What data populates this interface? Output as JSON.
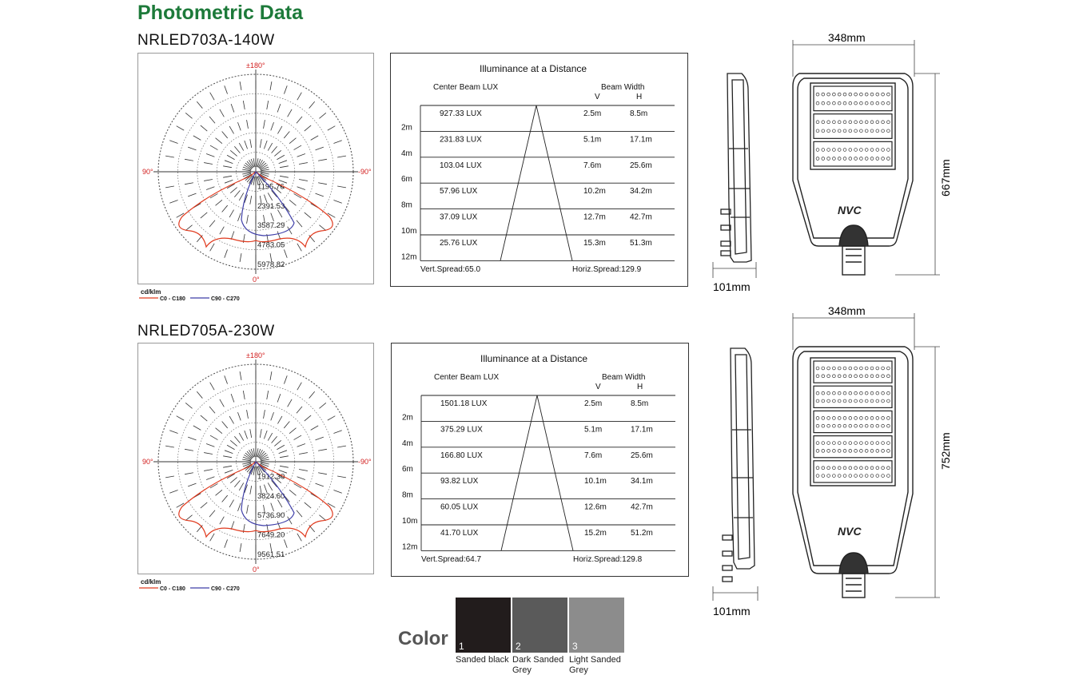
{
  "page_title": "Photometric Data",
  "polar_common": {
    "top_label": "±180°",
    "left_label": "90°",
    "right_label": "90°",
    "bottom_label": "0°",
    "unit": "cd/klm",
    "legend_c0": "C0 - C180",
    "legend_c90": "C90 - C270",
    "color_c0": "#e03a1e",
    "color_c90": "#3e3ea8",
    "label_color": "#d21e1e"
  },
  "table_common": {
    "title": "Illuminance at a Distance",
    "center_beam_heading": "Center Beam LUX",
    "beam_width_heading": "Beam Width",
    "v_heading": "V",
    "h_heading": "H"
  },
  "products": [
    {
      "model": "NRLED703A-140W",
      "polar_rings": [
        "1195.76",
        "2391.53",
        "3587.29",
        "4783.05",
        "5978.82"
      ],
      "rows": [
        {
          "distance": "2m",
          "lux": "927.33 LUX",
          "v": "2.5m",
          "h": "8.5m"
        },
        {
          "distance": "4m",
          "lux": "231.83 LUX",
          "v": "5.1m",
          "h": "17.1m"
        },
        {
          "distance": "6m",
          "lux": "103.04 LUX",
          "v": "7.6m",
          "h": "25.6m"
        },
        {
          "distance": "8m",
          "lux": "57.96 LUX",
          "v": "10.2m",
          "h": "34.2m"
        },
        {
          "distance": "10m",
          "lux": "37.09 LUX",
          "v": "12.7m",
          "h": "42.7m"
        },
        {
          "distance": "12m",
          "lux": "25.76 LUX",
          "v": "15.3m",
          "h": "51.3m"
        }
      ],
      "vert_spread": "Vert.Spread:65.0",
      "horiz_spread": "Horiz.Spread:129.9",
      "width": "348mm",
      "length": "667mm",
      "depth": "101mm",
      "led_modules": 3
    },
    {
      "model": "NRLED705A-230W",
      "polar_rings": [
        "1912.30",
        "3824.60",
        "5736.90",
        "7649.20",
        "9561.51"
      ],
      "rows": [
        {
          "distance": "2m",
          "lux": "1501.18 LUX",
          "v": "2.5m",
          "h": "8.5m"
        },
        {
          "distance": "4m",
          "lux": "375.29 LUX",
          "v": "5.1m",
          "h": "17.1m"
        },
        {
          "distance": "6m",
          "lux": "166.80 LUX",
          "v": "7.6m",
          "h": "25.6m"
        },
        {
          "distance": "8m",
          "lux": "93.82 LUX",
          "v": "10.1m",
          "h": "34.1m"
        },
        {
          "distance": "10m",
          "lux": "60.05 LUX",
          "v": "12.6m",
          "h": "42.7m"
        },
        {
          "distance": "12m",
          "lux": "41.70 LUX",
          "v": "15.2m",
          "h": "51.2m"
        }
      ],
      "vert_spread": "Vert.Spread:64.7",
      "horiz_spread": "Horiz.Spread:129.8",
      "width": "348mm",
      "length": "752mm",
      "depth": "101mm",
      "led_modules": 5
    }
  ],
  "brand_logo": "NVC",
  "color_section": {
    "title": "Color",
    "options": [
      {
        "number": "1",
        "name": "Sanded black",
        "hex": "#221c1c"
      },
      {
        "number": "2",
        "name": "Dark Sanded Grey",
        "hex": "#5a5a5a"
      },
      {
        "number": "3",
        "name": "Light Sanded Grey",
        "hex": "#8c8c8c"
      }
    ]
  }
}
